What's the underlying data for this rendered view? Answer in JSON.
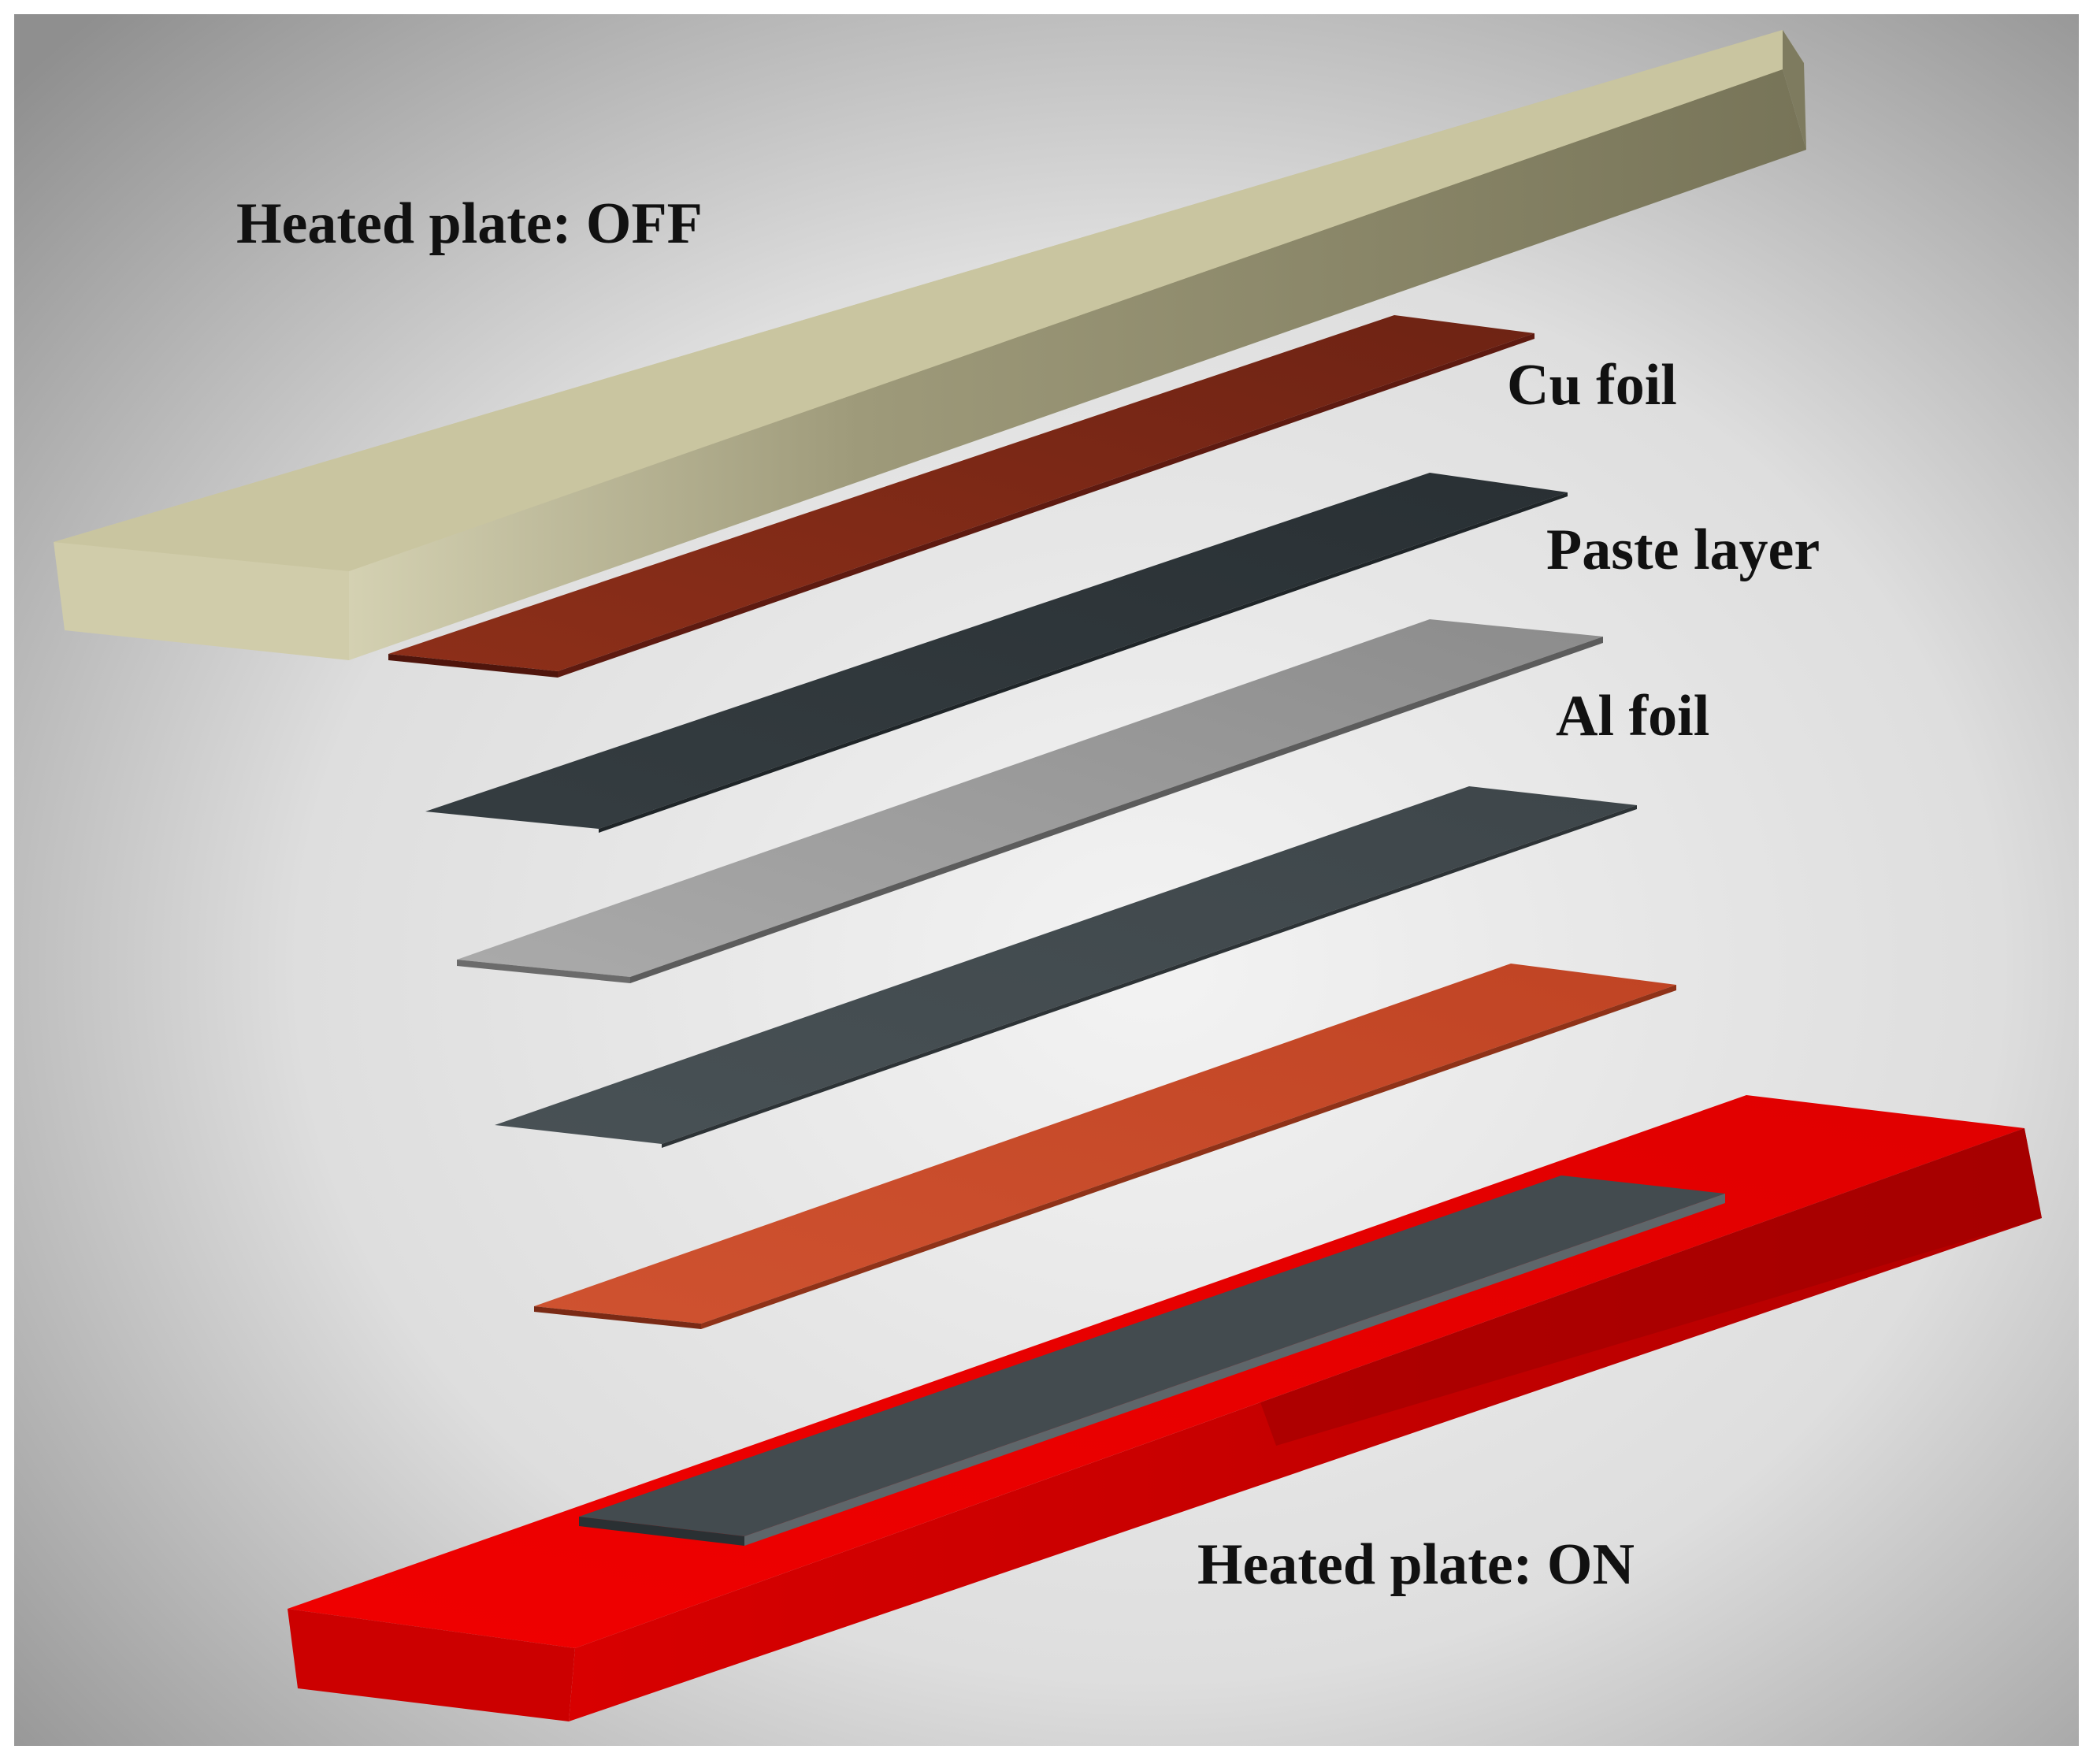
{
  "labels": {
    "top_plate": "Heated plate: OFF",
    "cu_foil": "Cu foil",
    "paste_layer": "Paste layer",
    "al_foil": "Al foil",
    "bottom_plate": "Heated plate: ON"
  },
  "colors": {
    "background_center": "#ececec",
    "background_edge": "#9a9a9a",
    "top_plate_top": "#c7c39a",
    "top_plate_front": "#d2ceae",
    "top_plate_side": "#7f7c61",
    "cu_foil_top": "#8a2d18",
    "cu_foil_dark": "#5e1a10",
    "paste_upper": "#2f363a",
    "al_foil": "#9c9c9c",
    "paste_lower": "#434b4f",
    "cu_foil_lower": "#c84a28",
    "bottom_plate_top": "#e60000",
    "bottom_plate_front": "#c90000",
    "bottom_plate_side": "#9a0000",
    "inset_strip": "#434b4f"
  }
}
